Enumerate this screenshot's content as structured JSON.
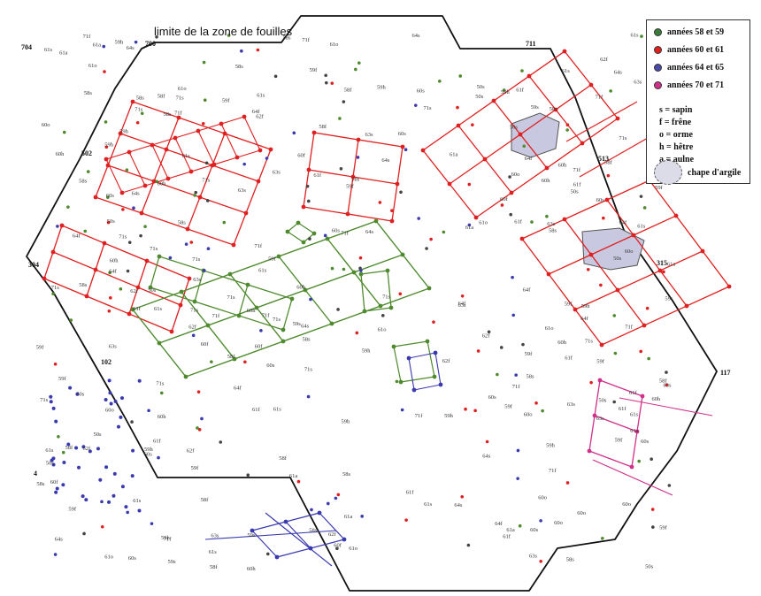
{
  "title": "limite de la zone de fouilles",
  "grid_labels": [
    "704",
    "700",
    "711",
    "502",
    "513",
    "304",
    "315",
    "102",
    "117",
    "4"
  ],
  "legend": {
    "series": [
      {
        "label": "années 58 et 59",
        "color": "#3a7d3a"
      },
      {
        "label": "années 60 et 61",
        "color": "#e02020"
      },
      {
        "label": "années 64 et 65",
        "color": "#4a4aa8"
      },
      {
        "label": "années 70 et 71",
        "color": "#d0308a"
      }
    ],
    "keys": [
      "s = sapin",
      "f = frêne",
      "o = orme",
      "h = hêtre",
      "a = aulne"
    ],
    "clay_label": "chape d'argile"
  },
  "post_labels": [
    "61f",
    "60s",
    "59f",
    "58s",
    "64s",
    "71s",
    "60f",
    "59s",
    "61s",
    "58f",
    "64f",
    "71f",
    "63s",
    "62f",
    "50s",
    "59h",
    "60o",
    "61o",
    "60h",
    "61a"
  ],
  "colors": {
    "red": "#e02020",
    "green": "#4f8a2e",
    "blue": "#3a3ab0",
    "magenta": "#d0308a",
    "clay_fill": "#c8c8e0",
    "boundary": "#111111"
  }
}
